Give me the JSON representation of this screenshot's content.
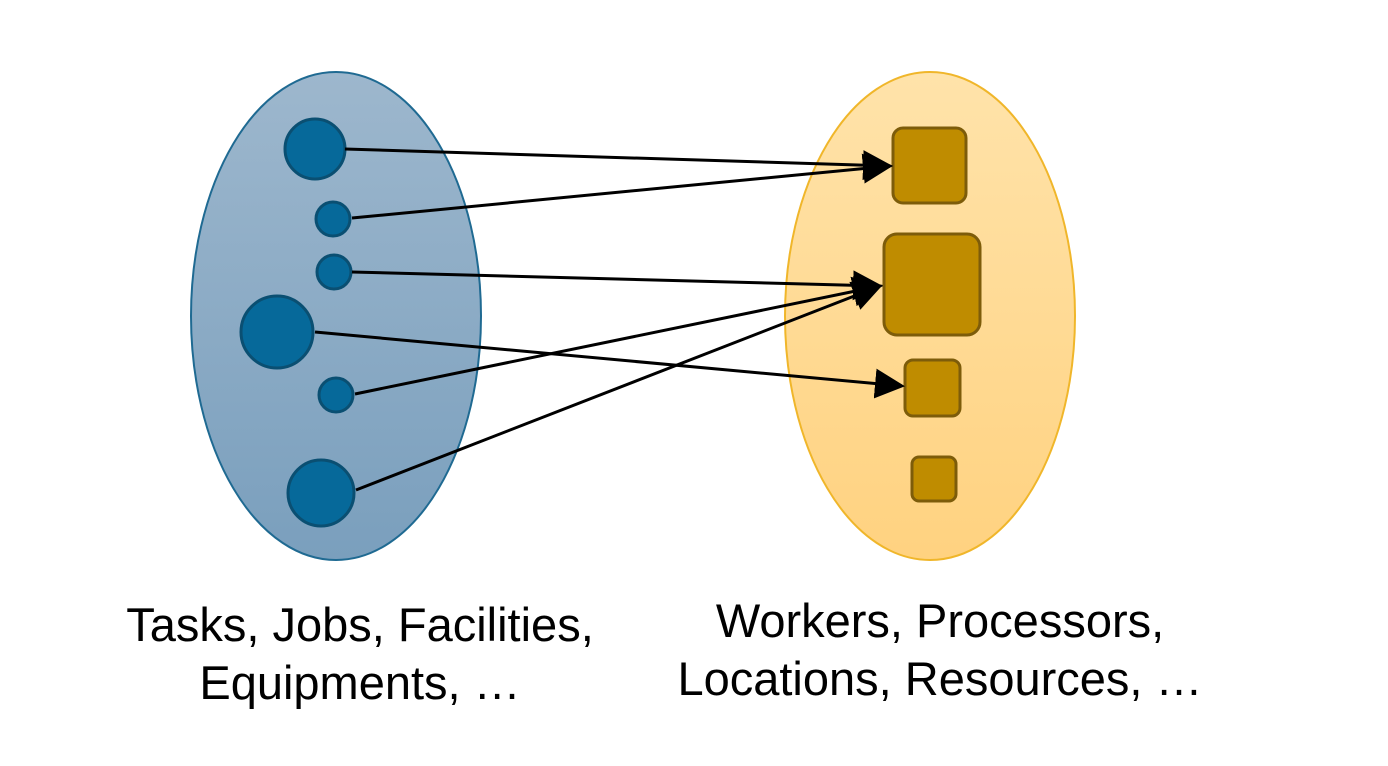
{
  "colors": {
    "left_ellipse_top": "#9DB7CD",
    "left_ellipse_bottom": "#7A9FBD",
    "left_ellipse_stroke": "#1F6A92",
    "circle_fill": "#06699A",
    "circle_stroke": "#0A4F72",
    "right_ellipse_top": "#FFE3AA",
    "right_ellipse_bottom": "#FFD280",
    "right_ellipse_stroke": "#F0B62A",
    "square_fill": "#BF8C00",
    "square_stroke": "#7D5C0A",
    "arrow": "#000000"
  },
  "left_group": {
    "caption_line1": "Tasks, Jobs, Facilities,",
    "caption_line2": "Equipments, …"
  },
  "right_group": {
    "caption_line1": "Workers, Processors,",
    "caption_line2": "Locations, Resources, …"
  },
  "edges": [
    {
      "from": "circle-1",
      "to": "square-1"
    },
    {
      "from": "circle-2",
      "to": "square-1"
    },
    {
      "from": "circle-3",
      "to": "square-2"
    },
    {
      "from": "circle-4",
      "to": "square-3"
    },
    {
      "from": "circle-5",
      "to": "square-2"
    },
    {
      "from": "circle-6",
      "to": "square-2"
    }
  ]
}
